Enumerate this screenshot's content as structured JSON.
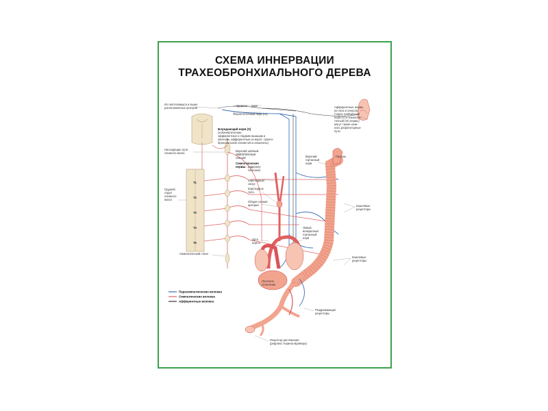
{
  "title": {
    "line1": "СХЕМА ИННЕРВАЦИИ",
    "line2": "ТРАХЕОБРОНХИАЛЬНОГО ДЕРЕВА"
  },
  "labels": {
    "hypothalamus": [
      "Из гипоталамуса и выше",
      "расположенных центров"
    ],
    "nucleus": "... ядерное ... ядро",
    "glossopharyngeal": "Языкоглоточный нерв (IX)",
    "vagus_title": "Блуждающий нерв (X)",
    "vagus_desc": [
      "(холинергические,",
      "эфферентные к гладким мышцам и",
      "железам, афферентные из ворот, трахео-",
      "бронхиальной слизистой и альвеолы)"
    ],
    "descending": [
      "Нисходящие пути",
      "спинного мозга"
    ],
    "upper_ganglion": [
      "Верхний шейный",
      "симпатический",
      "ганглий"
    ],
    "sympathetic_nerves": [
      "Симпатические",
      "нервы"
    ],
    "sympathetic_nerves_note": [
      "(адренер-",
      "гические)"
    ],
    "carotid_sinus": [
      "Каротидный",
      "синус"
    ],
    "carotid_body": [
      "Каротидное",
      "тело"
    ],
    "common_carotid": [
      "Общая сонная",
      "артерия"
    ],
    "thoracic_cord": [
      "Грудной",
      "отдел",
      "спинного",
      "мозга"
    ],
    "segments": [
      "T1",
      "T2",
      "T3",
      "T4",
      "T5"
    ],
    "aortic_arch": [
      "Дуга",
      "аорты"
    ],
    "recurrent": [
      "Левый",
      "возвратный",
      "гортанный",
      "нерв"
    ],
    "brainstem": "Симпатический ствол",
    "afferent": [
      "Афферентные нервы",
      "из носа и синусов",
      "(через тройничный",
      "нерв (V) и языкогло-",
      "точный (IX) нервы)",
      "могут также начи-",
      "нать рефлекторные",
      "пути"
    ],
    "larynx_nerve": [
      "Верхний",
      "гортанный",
      "нерв"
    ],
    "larynx": "Гортань",
    "cough1": [
      "Кашлевые",
      "рецепторы"
    ],
    "cough2": [
      "Кашлевые",
      "рецепторы"
    ],
    "pulmonary_plexus": [
      "Легочное",
      "сплетение"
    ],
    "irritant": [
      "Раздражающие",
      "рецепторы"
    ],
    "stretch": [
      "Рецептор растяжения",
      "(рефлекс Геринга-Брейера)"
    ]
  },
  "legend": [
    {
      "label": "Парасимпатические волокна",
      "color": "#3a6fb8"
    },
    {
      "label": "Симпатические волокна",
      "color": "#e06060"
    },
    {
      "label": "Афферентные волокна",
      "color": "#333333"
    }
  ],
  "colors": {
    "border": "#3aa14a",
    "parasympathetic": "#3a6fb8",
    "sympathetic": "#e06060",
    "afferent": "#333333",
    "tissue": "#f2a48e",
    "bone": "#efe3c8"
  }
}
